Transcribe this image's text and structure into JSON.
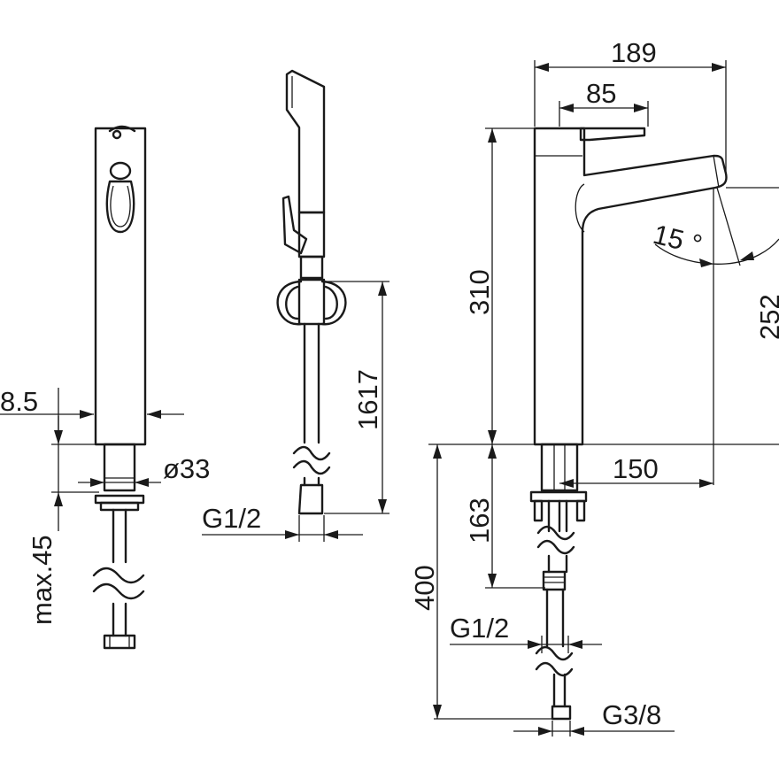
{
  "drawing": {
    "dimensions": {
      "width_total": "189",
      "lever_width": "85",
      "body_height": "310",
      "spout_height": "252",
      "angle": "15 °",
      "reach": "150",
      "below_deck": "163",
      "supply_length": "400",
      "shower_hose": "1617",
      "deck_thickness": "max.45",
      "shank_offset": "8.5",
      "shank_diameter": "ø33",
      "thread_shower": "G1/2",
      "thread_supply": "G1/2",
      "thread_supply_end": "G3/8"
    }
  }
}
